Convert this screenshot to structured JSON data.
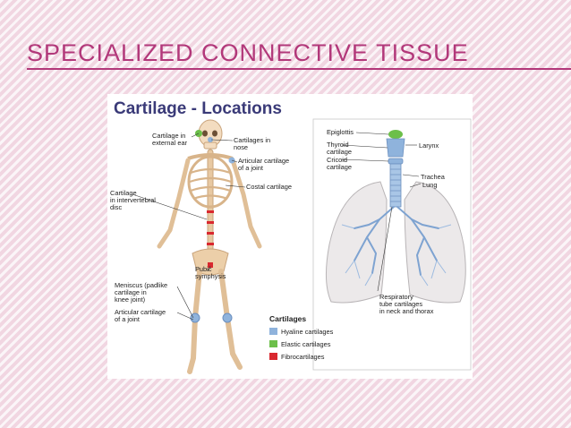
{
  "slide": {
    "title": "SPECIALIZED CONNECTIVE TISSUE"
  },
  "figure": {
    "title": "Cartilage - Locations",
    "body_labels": {
      "ear": [
        "Cartilage in",
        "external ear"
      ],
      "nose": [
        "Cartilages in",
        "nose"
      ],
      "articular_top": [
        "Articular cartilage",
        "of a joint"
      ],
      "costal": "Costal cartilage",
      "intervertebral": [
        "Cartilage",
        "in intervertebral",
        "disc"
      ],
      "pubic": [
        "Pubic",
        "symphysis"
      ],
      "meniscus": [
        "Meniscus (padlike",
        "cartilage in",
        "knee joint)"
      ],
      "articular_bottom": [
        "Articular cartilage",
        "of a joint"
      ]
    },
    "airway_labels": {
      "epiglottis": "Epiglottis",
      "thyroid": [
        "Thyroid",
        "cartilage"
      ],
      "cricoid": [
        "Cricoid",
        "cartilage"
      ],
      "larynx": "Larynx",
      "trachea": "Trachea",
      "lung": "Lung",
      "respiratory": [
        "Respiratory",
        "tube cartilages",
        "in neck and thorax"
      ]
    },
    "legend": {
      "title": "Cartilages",
      "items": [
        {
          "label": "Hyaline cartilages",
          "color": "#8fb3dc"
        },
        {
          "label": "Elastic cartilages",
          "color": "#6cbf4a"
        },
        {
          "label": "Fibrocartilages",
          "color": "#d9282f"
        }
      ]
    }
  }
}
